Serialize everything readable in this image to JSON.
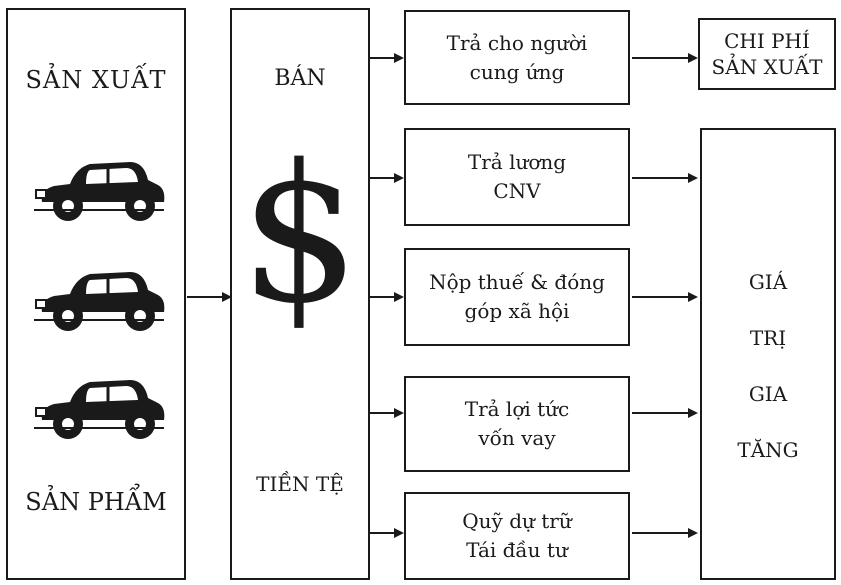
{
  "production_box": {
    "top_label": "SẢN XUẤT",
    "bottom_label": "SẢN PHẨM",
    "car_icons": [
      "car-icon",
      "car-icon",
      "car-icon"
    ]
  },
  "money_box": {
    "top_label": "BÁN",
    "symbol": "$",
    "bottom_label": "TIỀN TỆ"
  },
  "distribution": [
    {
      "line1": "Trả cho người",
      "line2": "cung ứng"
    },
    {
      "line1": "Trả lương",
      "line2": "CNV"
    },
    {
      "line1": "Nộp thuế & đóng",
      "line2": "góp xã hội"
    },
    {
      "line1": "Trả lợi tức",
      "line2": "vốn vay"
    },
    {
      "line1": "Quỹ dự trữ",
      "line2": "Tái đầu tư"
    }
  ],
  "cost_box": {
    "line1": "CHI PHÍ",
    "line2": "SẢN XUẤT"
  },
  "value_added_box": {
    "words": [
      "GIÁ",
      "TRỊ",
      "GIA",
      "TĂNG"
    ]
  }
}
